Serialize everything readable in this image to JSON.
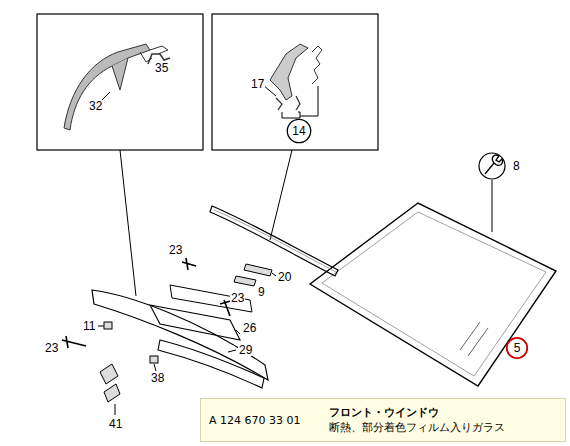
{
  "diagram": {
    "nodes": [
      {
        "text": [
          "14"
        ]
      },
      {
        "text": [
          "5"
        ]
      },
      {
        "text": [
          "A 124 670 33 01",
          "フロント・ウインドウ",
          "断熱、部分着色フィルム入りガラス"
        ]
      }
    ],
    "labels": [
      "35",
      "32",
      "17",
      "8",
      "23",
      "20",
      "9",
      "23",
      "26",
      "11",
      "29",
      "23",
      "38",
      "41"
    ]
  }
}
